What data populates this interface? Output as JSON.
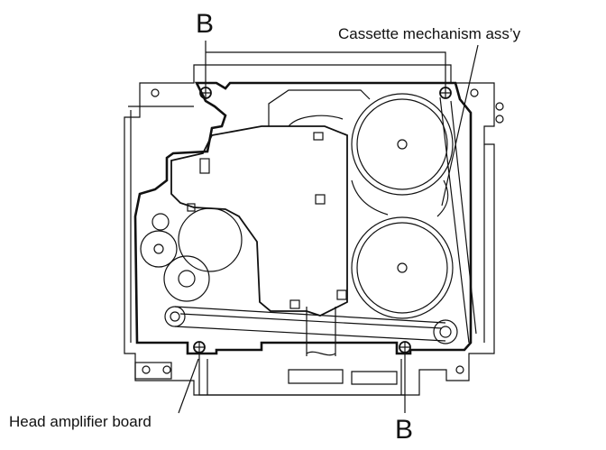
{
  "labels": {
    "cassette": "Cassette mechanism ass’y",
    "head_amp": "Head amplifier board",
    "screw_top": "B",
    "screw_bottom": "B"
  },
  "colors": {
    "line": "#111111",
    "background": "#ffffff"
  }
}
